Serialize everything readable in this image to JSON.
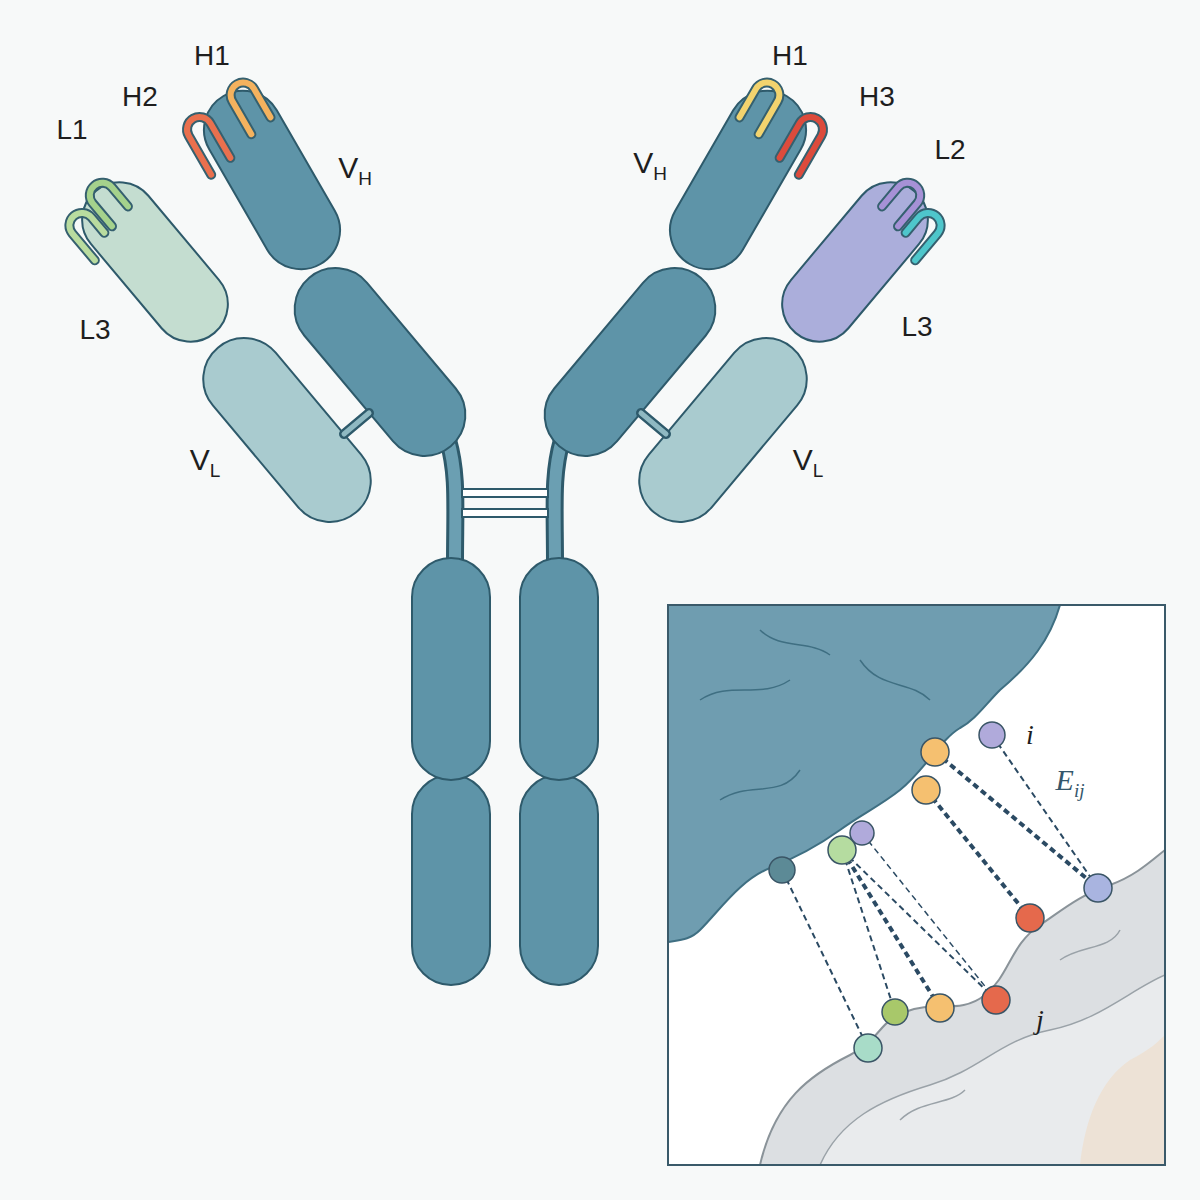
{
  "diagram": {
    "labels": [
      "H1",
      "H2",
      "L1",
      "VH",
      "L3",
      "VL",
      "H1",
      "H3",
      "VH",
      "L2",
      "L3",
      "VL",
      "i",
      "Eij",
      "j"
    ]
  }
}
